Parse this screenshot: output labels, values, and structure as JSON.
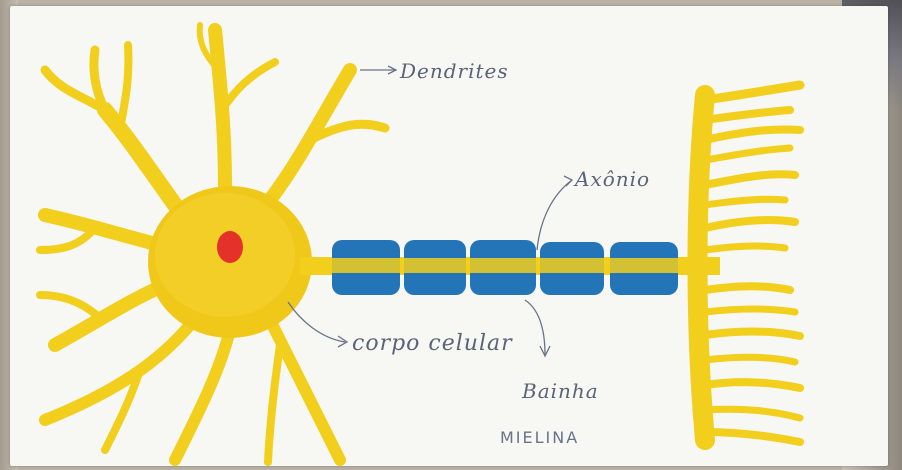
{
  "labels": {
    "dendrites": "Dendrites",
    "axon": "Axônio",
    "cell_body": "corpo celular",
    "sheath": "Bainha",
    "myelin": "MIELINA"
  },
  "colors": {
    "neuron_yellow": "#f2cf1c",
    "myelin_blue": "#2474b8",
    "nucleus_red": "#e4322b",
    "ink": "#5b6477"
  }
}
